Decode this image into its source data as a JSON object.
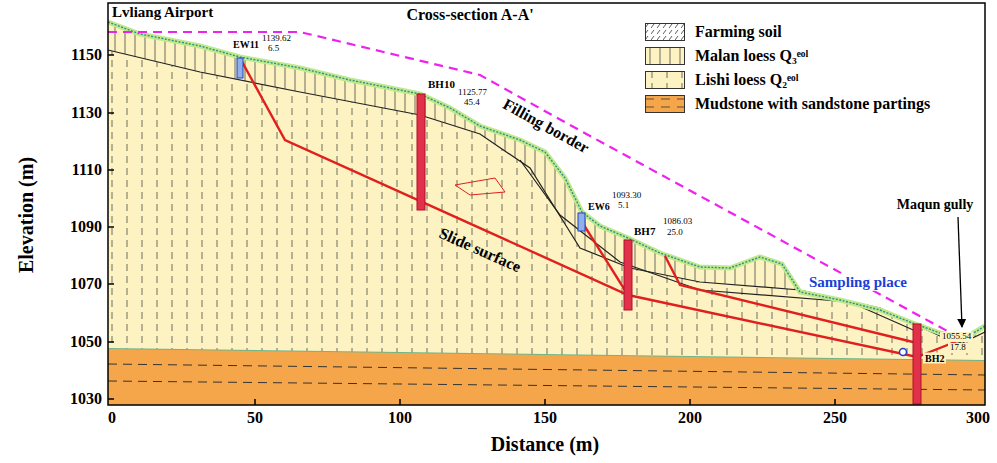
{
  "diagram": {
    "title": "Cross-section A-A'",
    "labels": [
      "Lvliang Airport",
      "EW11",
      "1139.62",
      "6.5",
      "BH10",
      "1125.77",
      "45.4",
      "Filling border",
      "EW6",
      "1093.30",
      "5.1",
      "BH7",
      "1086.03",
      "25.0",
      "Slide surface",
      "Maqun gully",
      "Sampling place",
      "BH2",
      "1055.54",
      "17.8",
      "1150",
      "1130",
      "1110",
      "1090",
      "1070",
      "1050",
      "1030",
      "0",
      "50",
      "100",
      "150",
      "200",
      "250",
      "300",
      "Elevation (m)",
      "Distance (m)"
    ],
    "legend": [
      {
        "text": "Farming soil"
      },
      {
        "text": "Malan loess Q₃ᵉᵒˡ"
      },
      {
        "text": "Lishi loess Q₂ᵉᵒˡ"
      },
      {
        "text": "Mudstone with sandstone partings"
      }
    ]
  }
}
